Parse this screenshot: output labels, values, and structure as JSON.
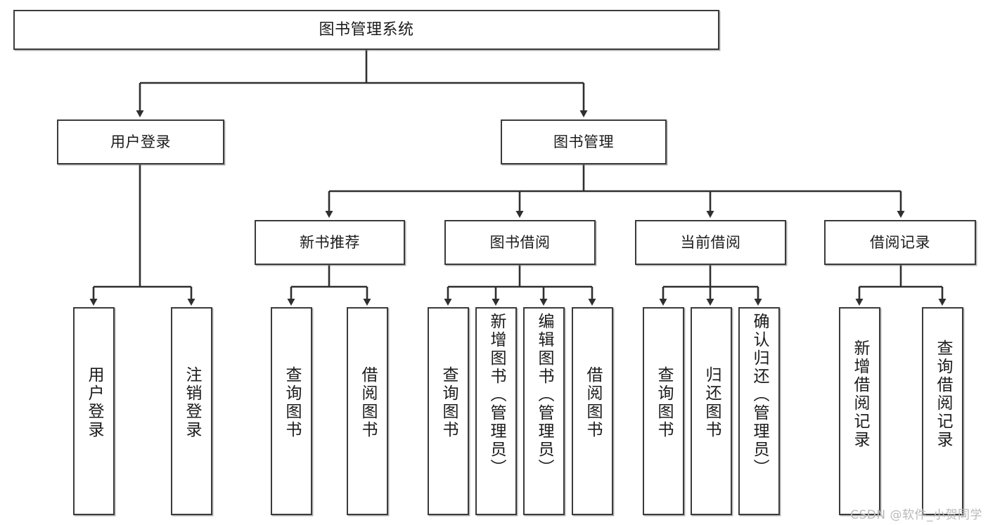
{
  "diagram": {
    "title": "图书管理系统",
    "type": "tree",
    "watermark": "CSDN @软件_小贺同学",
    "colors": {
      "box_border": "#3b3b3b",
      "box_fill": "#ffffff",
      "line": "#2f2f2f",
      "text": "#1b1b1b",
      "watermark": "#b9b9b9"
    },
    "nodes": {
      "root": {
        "label": "图书管理系统"
      },
      "level2": [
        {
          "label": "用户登录"
        },
        {
          "label": "图书管理"
        }
      ],
      "level3": [
        {
          "label": "新书推荐"
        },
        {
          "label": "图书借阅"
        },
        {
          "label": "当前借阅"
        },
        {
          "label": "借阅记录"
        }
      ],
      "leaves": {
        "user_login": [
          {
            "label": "用户登录"
          },
          {
            "label": "注销登录"
          }
        ],
        "new_book": [
          {
            "label": "查询图书"
          },
          {
            "label": "借阅图书"
          }
        ],
        "book_borrow": [
          {
            "label": "查询图书"
          },
          {
            "label": "新增图书（管理员）"
          },
          {
            "label": "编辑图书（管理员）"
          },
          {
            "label": "借阅图书"
          }
        ],
        "current_borrow": [
          {
            "label": "查询图书"
          },
          {
            "label": "归还图书"
          },
          {
            "label": "确认归还（管理员）"
          }
        ],
        "borrow_record": [
          {
            "label": "新增借阅记录"
          },
          {
            "label": "查询借阅记录"
          }
        ]
      }
    }
  }
}
